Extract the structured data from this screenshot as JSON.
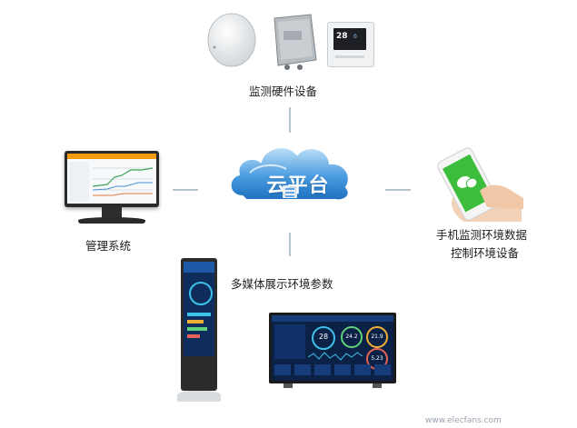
{
  "center": {
    "label": "云平台"
  },
  "nodes": {
    "hardware": {
      "label": "监测硬件设备"
    },
    "management": {
      "label": "管理系统"
    },
    "mobile": {
      "label_line1": "手机监测环境数据",
      "label_line2": "控制环境设备"
    },
    "media": {
      "label": "多媒体展示环境参数"
    }
  },
  "device_readouts": {
    "panel_value_main": "28",
    "panel_value_sub": "0",
    "tv_value_1": "28",
    "tv_value_2": "24.2",
    "tv_value_3": "21.9",
    "tv_value_4": "5.23"
  },
  "watermark": "www.elecfans.com",
  "colors": {
    "cloud": "#2f86d6",
    "cloud_light": "#8cc3ef",
    "connector": "#b8c4cc",
    "accent_blue": "#1c5aa8",
    "phone_green": "#3cbd3c"
  }
}
